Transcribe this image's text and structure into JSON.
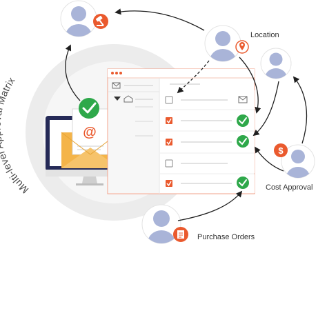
{
  "arc_title": "Multi-level Approval Matrix",
  "labels": {
    "location": "Location",
    "cost_approval": "Cost Approval",
    "purchase_orders": "Purchase Orders"
  },
  "email_at": "@",
  "dollar_sign": "$",
  "colors": {
    "orange": "#ea5a2e",
    "green": "#2ea84a",
    "person": "#a9b4d8",
    "navy": "#252a57",
    "envelope": "#f4b449",
    "circle_bg": "#e9e9e9"
  },
  "app_window": {
    "sidebar_items": [
      {
        "icon": "mail-icon"
      },
      {
        "icon": "open-mail-icon"
      }
    ],
    "rows": [
      {
        "checked": false,
        "trailing": "mail-icon"
      },
      {
        "checked": true,
        "trailing": "check-icon"
      },
      {
        "checked": true,
        "trailing": "check-icon"
      },
      {
        "checked": false,
        "trailing": "none"
      },
      {
        "checked": true,
        "trailing": "check-icon"
      }
    ]
  },
  "people": [
    {
      "name": "approver-top",
      "badge": "gavel-icon"
    },
    {
      "name": "approver-location",
      "badge": "location-pin-icon"
    },
    {
      "name": "approver-right",
      "badge": "none"
    },
    {
      "name": "approver-cost",
      "badge": "dollar-icon"
    },
    {
      "name": "approver-purchase",
      "badge": "document-icon"
    }
  ]
}
